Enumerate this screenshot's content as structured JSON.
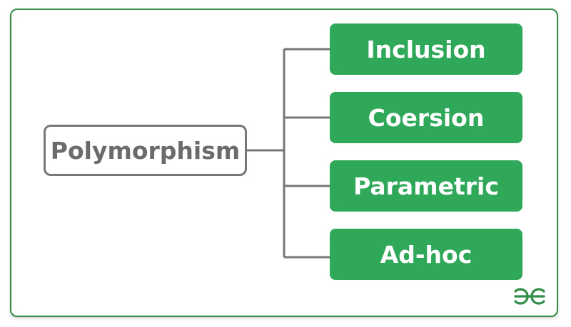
{
  "diagram": {
    "root": {
      "label": "Polymorphism"
    },
    "children": [
      {
        "label": "Inclusion"
      },
      {
        "label": "Coersion"
      },
      {
        "label": "Parametric"
      },
      {
        "label": "Ad-hoc"
      }
    ]
  },
  "logo": {
    "icon": "gfg-logo-icon"
  },
  "colors": {
    "frame_border": "#2f8d46",
    "child_fill": "#2fa85a",
    "root_border": "#777777",
    "root_text": "#6b6b6b",
    "connector": "#777777"
  }
}
